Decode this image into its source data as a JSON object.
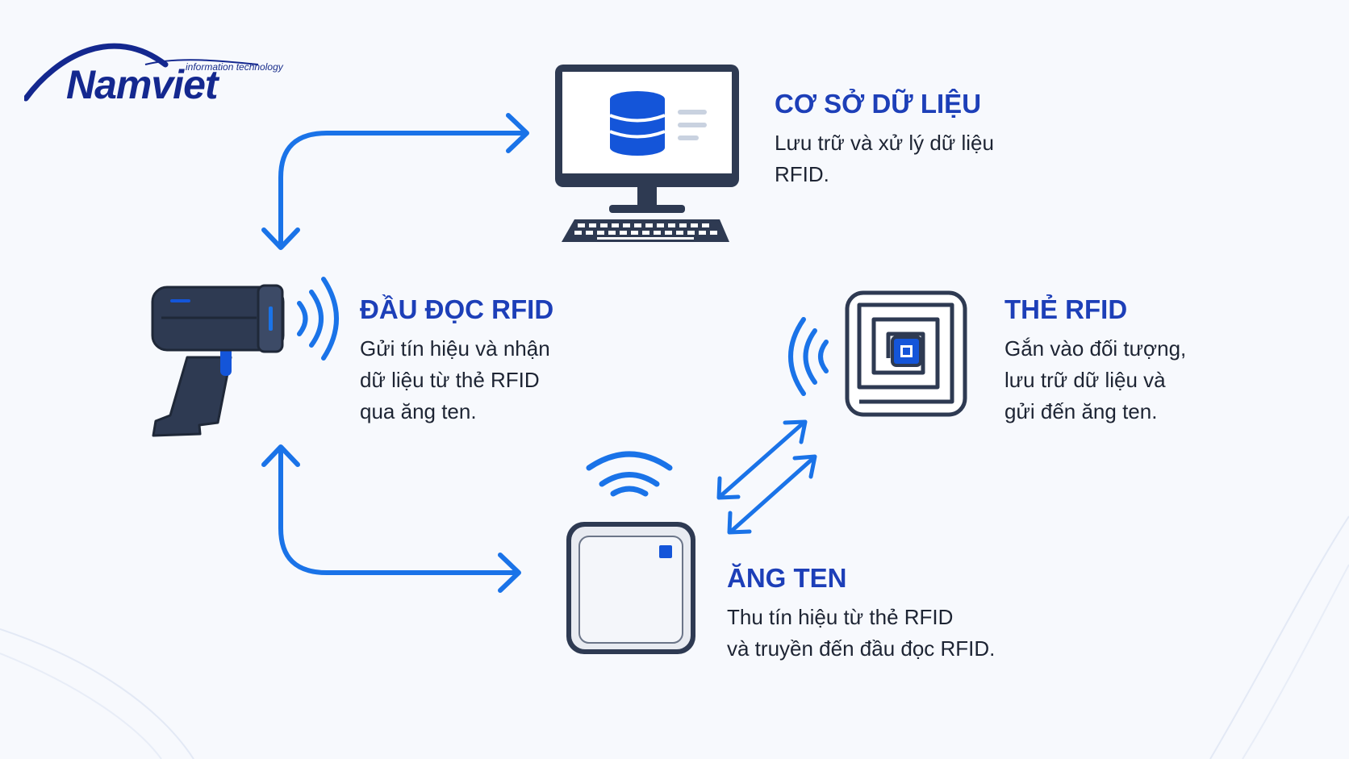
{
  "logo": {
    "tagline": "information technology",
    "wordmark": "Namviet"
  },
  "nodes": {
    "database": {
      "title": "CƠ SỞ DỮ LIỆU",
      "desc_lines": [
        "Lưu trữ và xử lý dữ liệu",
        "RFID."
      ],
      "icon": "computer-database-icon"
    },
    "reader": {
      "title": "ĐẦU ĐỌC RFID",
      "desc_lines": [
        "Gửi tín hiệu và nhận",
        "dữ liệu từ thẻ RFID",
        "qua ăng ten."
      ],
      "icon": "rfid-handheld-reader-icon"
    },
    "tag": {
      "title": "THẺ RFID",
      "desc_lines": [
        "Gắn vào đối tượng,",
        "lưu trữ dữ liệu và",
        "gửi đến ăng ten."
      ],
      "icon": "rfid-tag-icon"
    },
    "antenna": {
      "title": "ĂNG TEN",
      "desc_lines": [
        "Thu tín hiệu từ thẻ RFID",
        "và truyền đến đầu đọc RFID."
      ],
      "icon": "rfid-antenna-icon"
    }
  },
  "colors": {
    "accent": "#1a73e8",
    "title": "#1d3fb8",
    "dark": "#2e3a52",
    "text": "#1d2433"
  }
}
